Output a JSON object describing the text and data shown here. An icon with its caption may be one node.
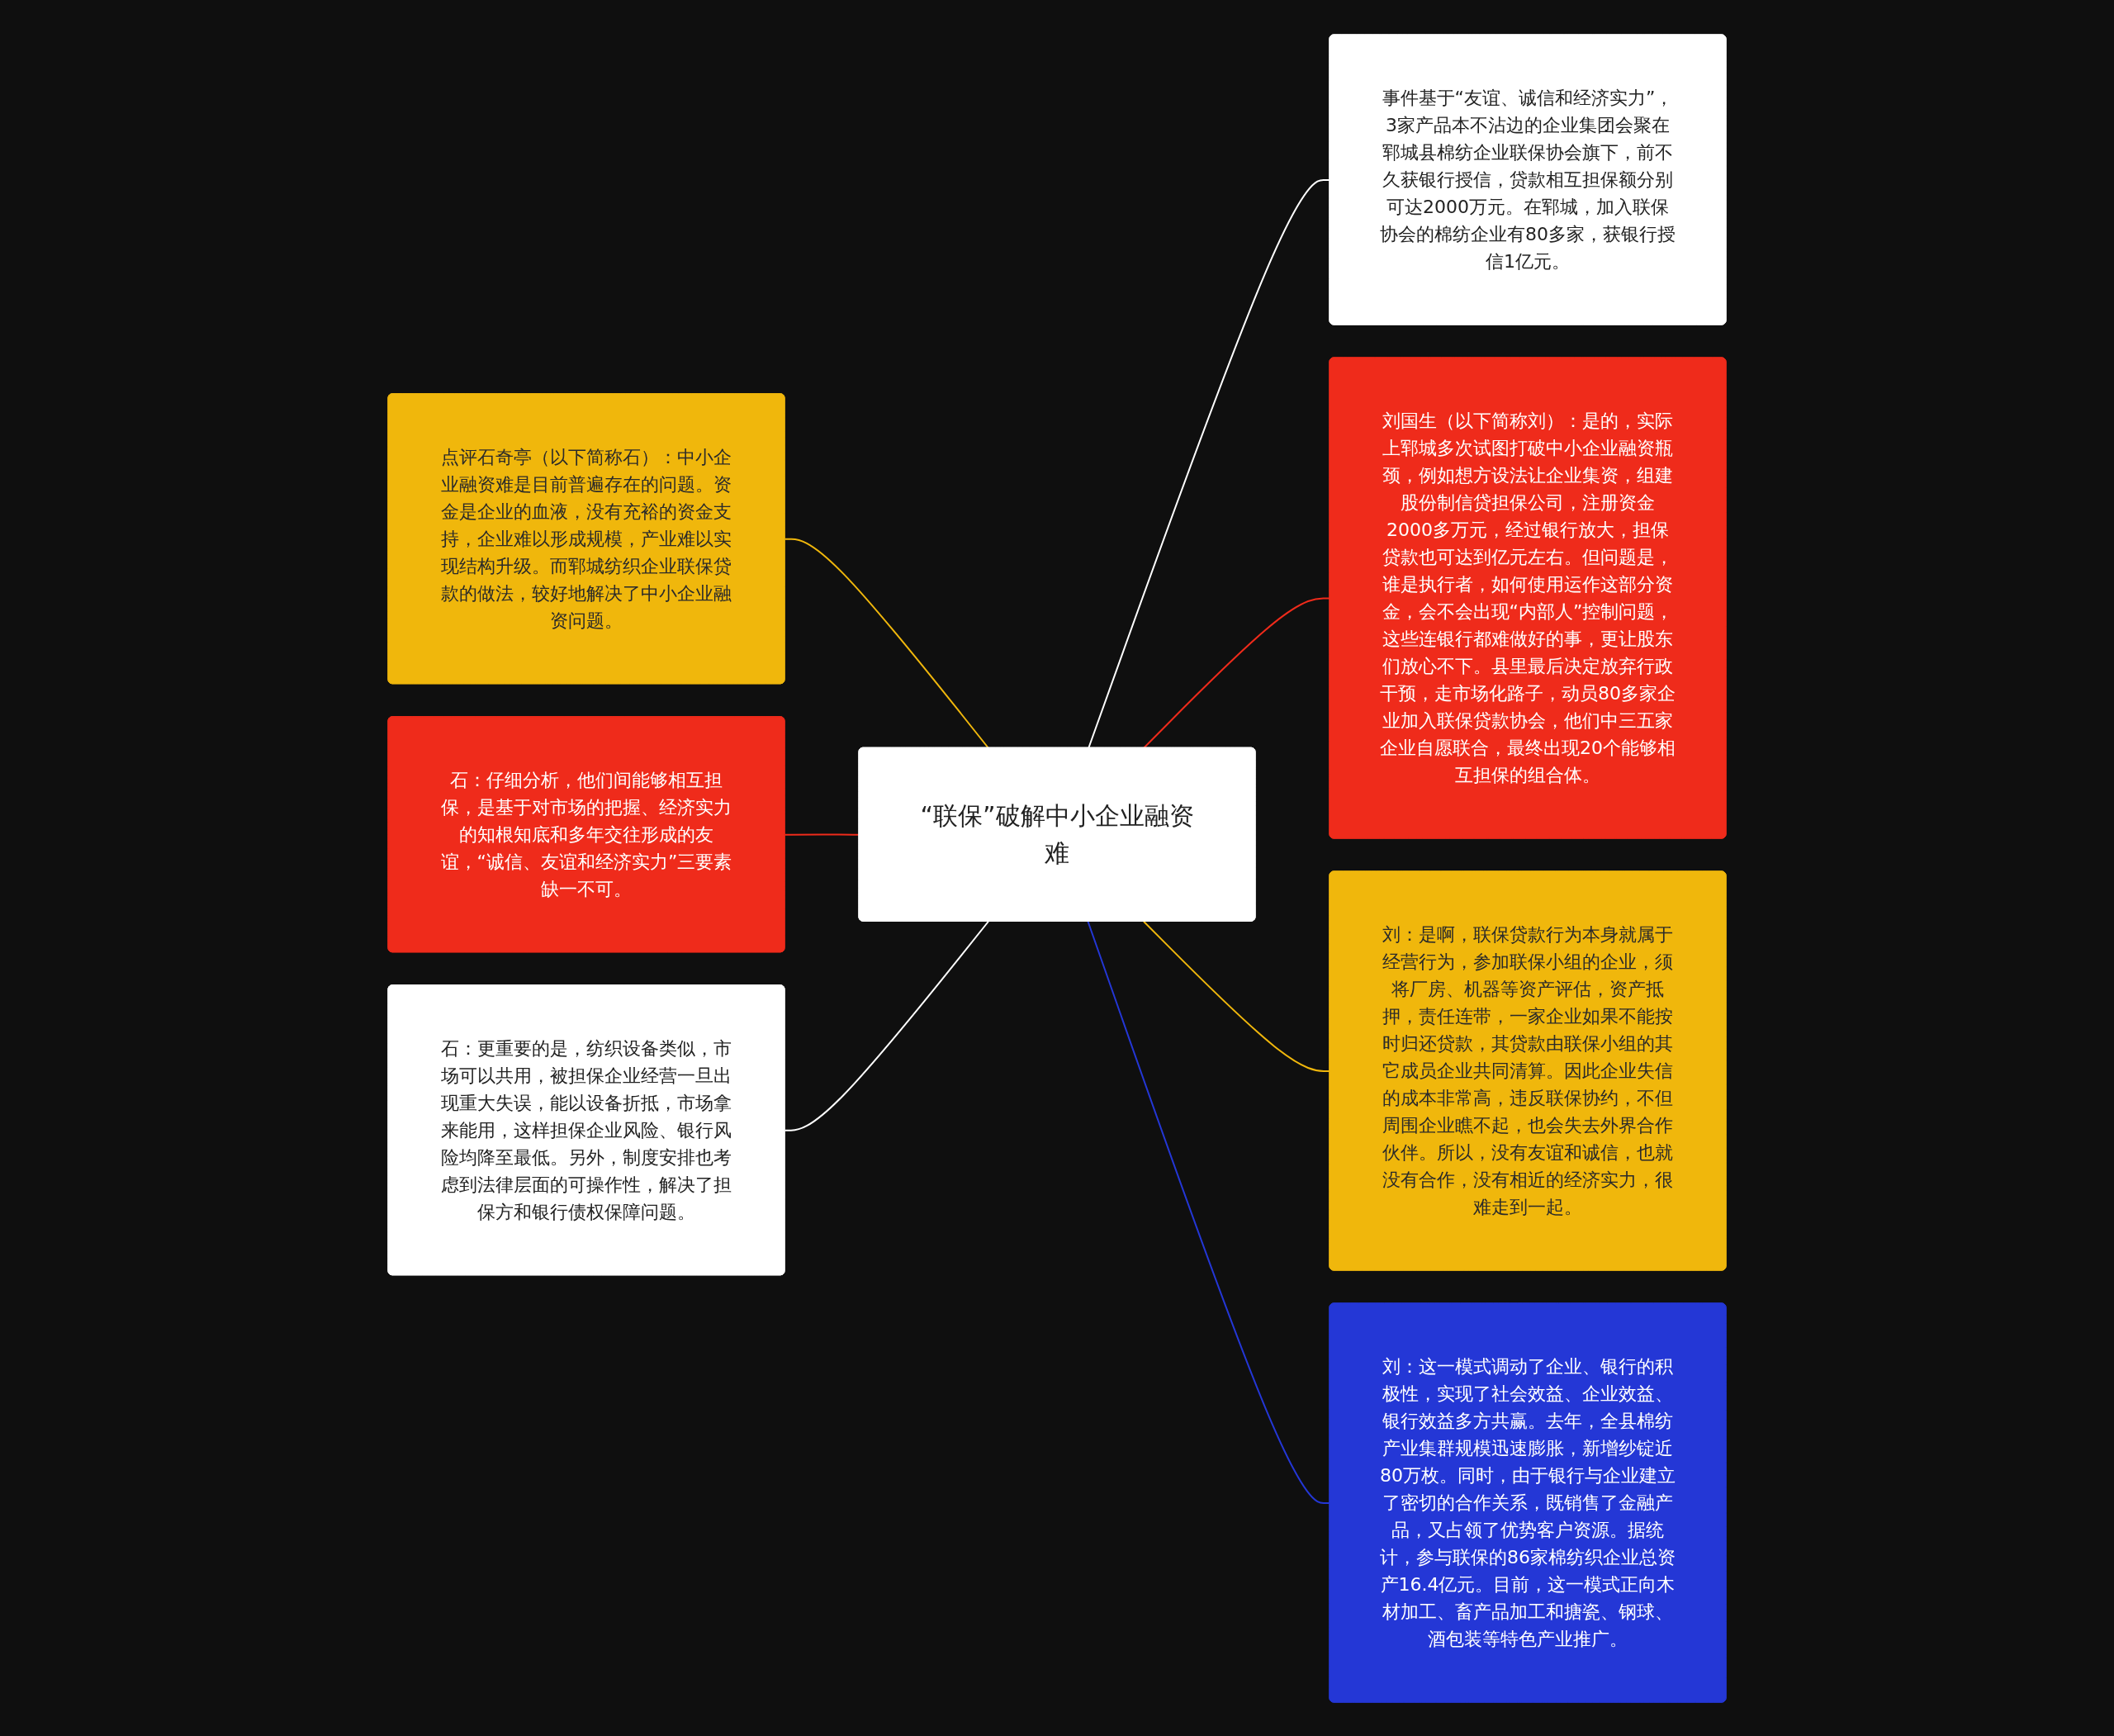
{
  "diagram": {
    "nodes": [
      {
        "text": [
          "“联保”破解中小企业融资难"
        ]
      },
      {
        "text": [
          "事件基于“友谊、诚信和经济实力”，3家产品本不沾边的企业集团会聚在郓城县棉纺企业联保协会旗下，前不久获银行授信，贷款相互担保额分别可达2000万元。在郓城，加入联保协会的棉纺企业有80多家，获银行授信1亿元。"
        ]
      },
      {
        "text": [
          "刘国生（以下简称刘）：是的，实际上郓城多次试图打破中小企业融资瓶颈，例如想方设法让企业集资，组建股份制信贷担保公司，注册资金2000多万元，经过银行放大，担保贷款也可达到亿元左右。但问题是，谁是执行者，如何使用运作这部分资金，会不会出现“内部人”控制问题，这些连银行都难做好的事，更让股东们放心不下。县里最后决定放弃行政干预，走市场化路子，动员80多家企业加入联保贷款协会，他们中三五家企业自愿联合，最终出现20个能够相互担保的组合体。"
        ]
      },
      {
        "text": [
          "刘：是啊，联保贷款行为本身就属于经营行为，参加联保小组的企业，须将厂房、机器等资产评估，资产抵押，责任连带，一家企业如果不能按时归还贷款，其贷款由联保小组的其它成员企业共同清算。因此企业失信的成本非常高，违反联保协约，不但周围企业瞧不起，也会失去外界合作伙伴。所以，没有友谊和诚信，也就没有合作，没有相近的经济实力，很难走到一起。"
        ]
      },
      {
        "text": [
          "刘：这一模式调动了企业、银行的积极性，实现了社会效益、企业效益、银行效益多方共赢。去年，全县棉纺产业集群规模迅速膨胀，新增纱锭近80万枚。同时，由于银行与企业建立了密切的合作关系，既销售了金融产品，又占领了优势客户资源。据统计，参与联保的86家棉纺织企业总资产16.4亿元。目前，这一模式正向木材加工、畜产品加工和搪瓷、钢球、酒包装等特色产业推广。"
        ]
      },
      {
        "text": [
          "点评石奇亭（以下简称石）：中小企业融资难是目前普遍存在的问题。资金是企业的血液，没有充裕的资金支持，企业难以形成规模，产业难以实现结构升级。而郓城纺织企业联保贷款的做法，较好地解决了中小企业融资问题。"
        ]
      },
      {
        "text": [
          "石：仔细分析，他们间能够相互担保，是基于对市场的把握、经济实力的知根知底和多年交往形成的友谊，“诚信、友谊和经济实力”三要素缺一不可。"
        ]
      },
      {
        "text": [
          "石：更重要的是，纺织设备类似，市场可以共用，被担保企业经营一旦出现重大失误，能以设备折抵，市场拿来能用，这样担保企业风险、银行风险均降至最低。另外，制度安排也考虑到法律层面的可操作性，解决了担保方和银行债权保障问题。"
        ]
      }
    ],
    "edges": [
      {
        "from": 0,
        "to": 1,
        "arrow": "none",
        "color": "#ffffff"
      },
      {
        "from": 0,
        "to": 2,
        "arrow": "none",
        "color": "#ef2b1b"
      },
      {
        "from": 0,
        "to": 3,
        "arrow": "none",
        "color": "#f0b70c"
      },
      {
        "from": 0,
        "to": 4,
        "arrow": "none",
        "color": "#2437d6"
      },
      {
        "from": 5,
        "to": 0,
        "arrow": "none",
        "color": "#f0b70c"
      },
      {
        "from": 6,
        "to": 0,
        "arrow": "none",
        "color": "#ef2b1b"
      },
      {
        "from": 7,
        "to": 0,
        "arrow": "none",
        "color": "#ffffff"
      }
    ]
  }
}
